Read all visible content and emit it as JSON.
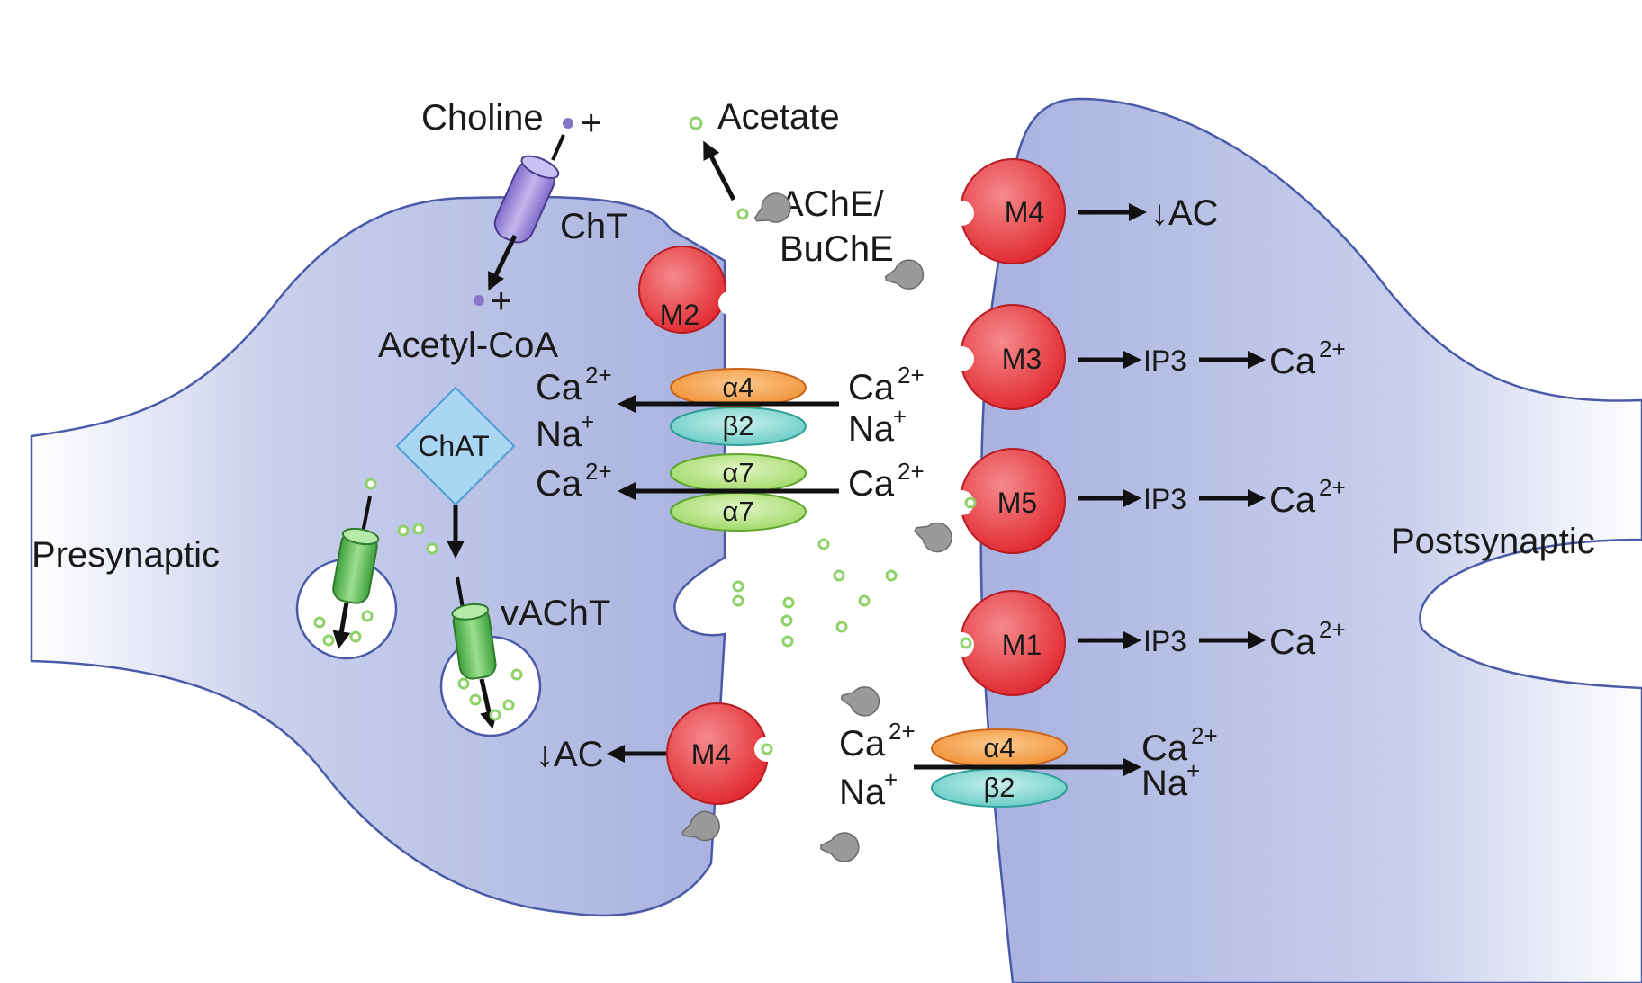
{
  "regions": {
    "presynaptic": "Presynaptic",
    "postsynaptic": "Postsynaptic"
  },
  "labels": {
    "choline": "Choline",
    "plus": "+",
    "acetate": "Acetate",
    "cht": "ChT",
    "ache_line1": "AChE/",
    "ache_line2": "BuChE",
    "acetyl_coa": "Acetyl-CoA",
    "chat": "ChAT",
    "vacht": "vAChT"
  },
  "ions": {
    "ca": "Ca",
    "charge_2plus": "2+",
    "na": "Na",
    "charge_plus": "+"
  },
  "receptors": {
    "pre_m2": "M2",
    "pre_m4": "M4",
    "post_m4": "M4",
    "post_m3": "M3",
    "post_m5": "M5",
    "post_m1": "M1"
  },
  "subunits": {
    "alpha4": "α4",
    "beta2": "β2",
    "alpha7": "α7"
  },
  "effects": {
    "down_ac": "↓AC",
    "ip3": "IP3"
  },
  "colors": {
    "membrane_fill": "#b7bfe4",
    "membrane_stroke": "#4b5aa8",
    "receptor_red": "#e8333a",
    "alpha4_orange": "#f39a3c",
    "beta2_teal": "#6fd1cc",
    "alpha7_green": "#a5dd6e",
    "transporter_purple": "#9a87d6",
    "vacht_green": "#5dbb57",
    "chat_blue": "#a9d6f3",
    "ach_dot_green": "#8fd16a",
    "enzyme_gray": "#9a9a9a"
  }
}
